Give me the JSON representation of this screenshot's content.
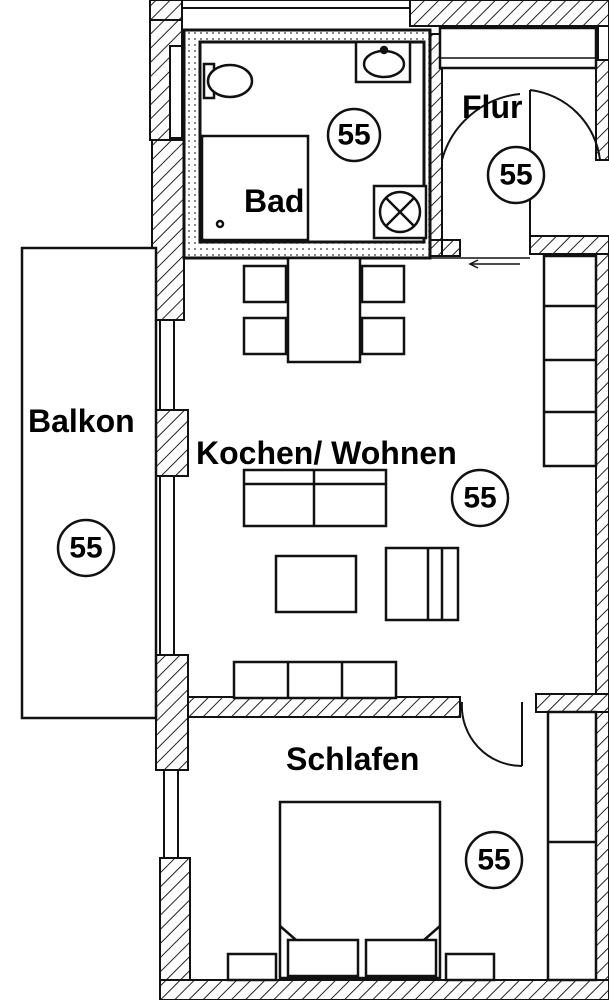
{
  "rooms": {
    "bad": {
      "label": "Bad",
      "area": "55"
    },
    "flur": {
      "label": "Flur",
      "area": "55"
    },
    "kochen_wohnen": {
      "label": "Kochen/ Wohnen",
      "area": "55"
    },
    "balkon": {
      "label": "Balkon",
      "area": "55"
    },
    "schlafen": {
      "label": "Schlafen",
      "area": "55"
    }
  },
  "colors": {
    "ink": "#111111",
    "background": "#ffffff",
    "hatch": "#222222"
  }
}
